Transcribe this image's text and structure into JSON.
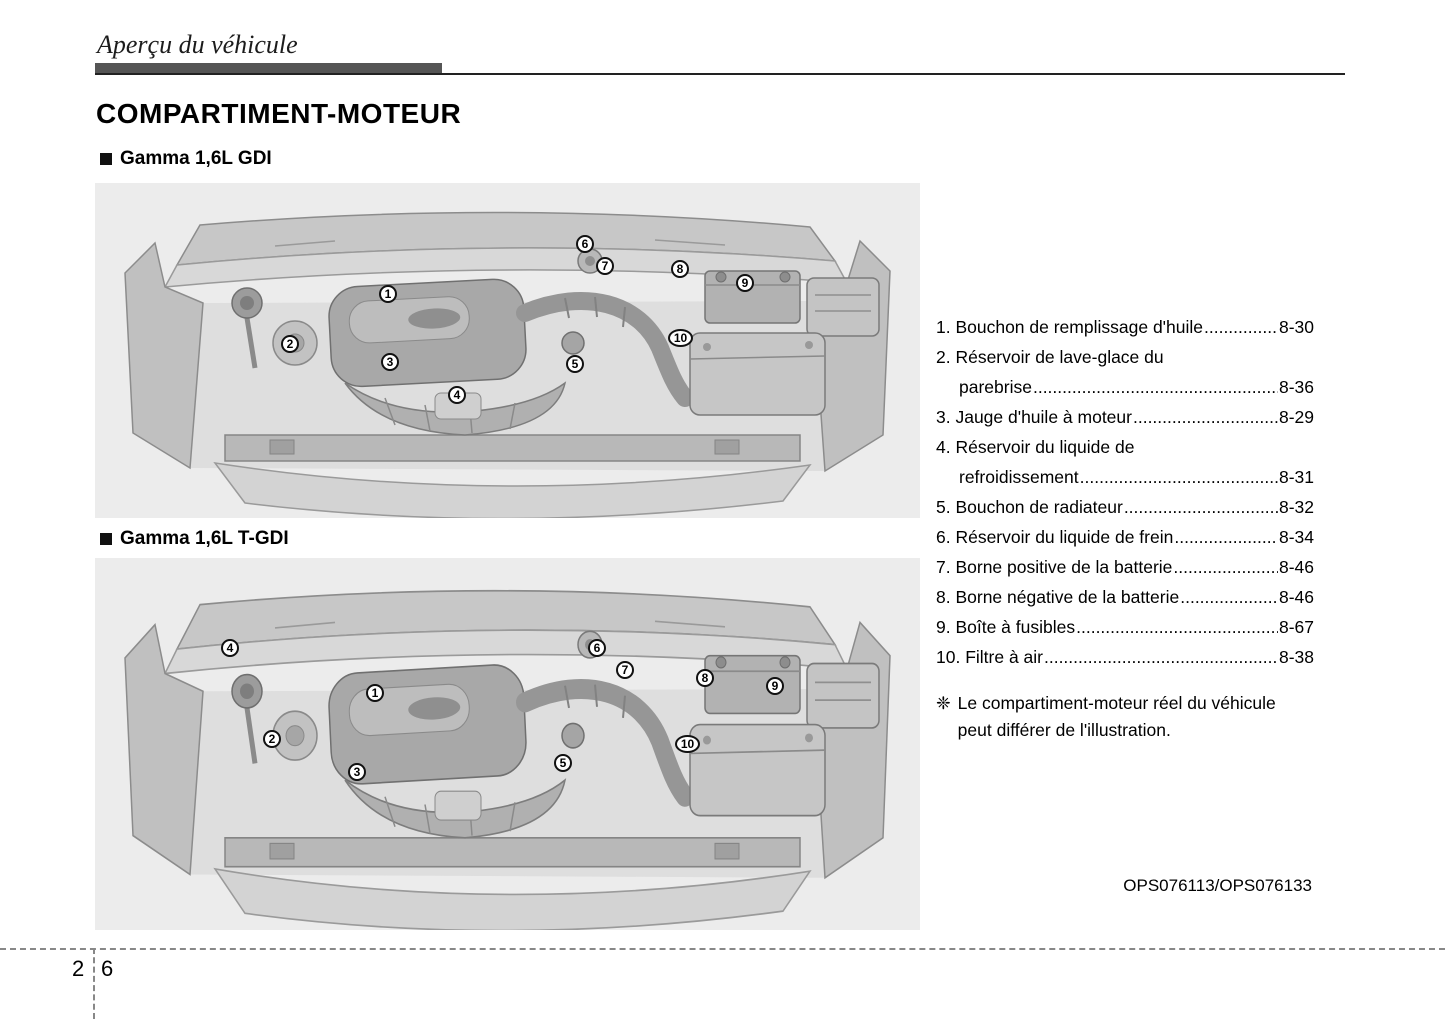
{
  "header": {
    "title": "Aperçu du véhicule"
  },
  "page_title": "COMPARTIMENT-MOTEUR",
  "diagrams": [
    {
      "label": "Gamma 1,6L GDI",
      "callouts": [
        "1",
        "2",
        "3",
        "4",
        "5",
        "6",
        "7",
        "8",
        "9",
        "10"
      ]
    },
    {
      "label": "Gamma 1,6L T-GDI",
      "callouts": [
        "1",
        "2",
        "3",
        "4",
        "5",
        "6",
        "7",
        "8",
        "9",
        "10"
      ]
    }
  ],
  "legend": {
    "items": [
      {
        "text": "1. Bouchon de remplissage d'huile",
        "page": "8-30"
      },
      {
        "text": "2. Réservoir de lave-glace du",
        "text2": "parebrise",
        "page": "8-36"
      },
      {
        "text": "3. Jauge d'huile à moteur",
        "page": "8-29"
      },
      {
        "text": "4. Réservoir du liquide de",
        "text2": "refroidissement",
        "page": "8-31"
      },
      {
        "text": "5. Bouchon de radiateur",
        "page": "8-32"
      },
      {
        "text": "6. Réservoir du liquide de frein",
        "page": "8-34"
      },
      {
        "text": "7. Borne positive de la batterie",
        "page": "8-46"
      },
      {
        "text": "8. Borne négative de la batterie",
        "page": "8-46"
      },
      {
        "text": "9. Boîte à fusibles",
        "page": "8-67"
      },
      {
        "text": "10. Filtre à air",
        "page": "8-38"
      }
    ]
  },
  "note": {
    "symbol": "❈",
    "text": "Le compartiment-moteur réel du véhicule peut différer de l'illustration."
  },
  "figure_code": "OPS076113/OPS076133",
  "footer": {
    "chapter": "2",
    "page_num": "6"
  }
}
